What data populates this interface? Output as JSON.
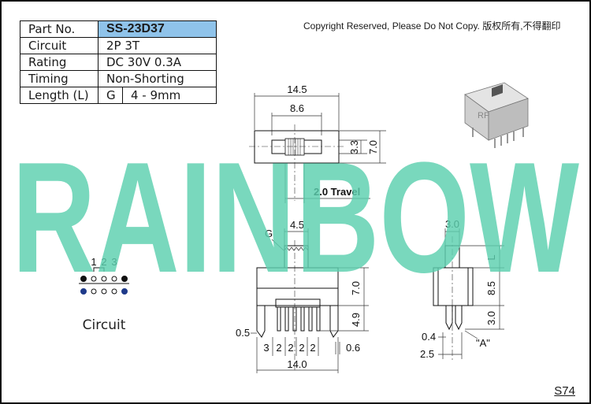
{
  "spec_table": {
    "part_no_label": "Part No.",
    "part_no_value": "SS-23D37",
    "circuit_label": "Circuit",
    "circuit_value": "2P 3T",
    "rating_label": "Rating",
    "rating_value": "DC 30V 0.3A",
    "timing_label": "Timing",
    "timing_value": "Non-Shorting",
    "length_label": "Length (L)",
    "length_g": "G",
    "length_value": "4 - 9mm"
  },
  "copyright": "Copyright Reserved, Please Do Not Copy. 版权所有,不得翻印",
  "watermark": "RAINBOW",
  "page_code": "S74",
  "circuit_diagram": {
    "label": "Circuit",
    "pin_numbers": [
      "1",
      "2",
      "3"
    ]
  },
  "top_view": {
    "overall_width": "14.5",
    "slot_width": "8.6",
    "height_inner": "3.3",
    "height_outer": "7.0",
    "travel": "2.0 Travel"
  },
  "front_view": {
    "g_label": "G",
    "knob_width": "4.5",
    "body_height": "7.0",
    "pin_length": "4.9",
    "pin_offset": "0.5",
    "pin_pitches": [
      "3",
      "2",
      "2",
      "2",
      "2"
    ],
    "pin_thickness": "0.6",
    "overall_width": "14.0"
  },
  "side_view": {
    "knob_width": "3.0",
    "knob_length": "L",
    "body_height": "8.5",
    "leg_length": "3.0",
    "pin_width": "0.4",
    "pin_spacing": "2.5",
    "detail_label": "\"A\""
  },
  "colors": {
    "watermark": "#5ccfae",
    "part_no_highlight": "#8fc3ea",
    "ink": "#111111"
  }
}
